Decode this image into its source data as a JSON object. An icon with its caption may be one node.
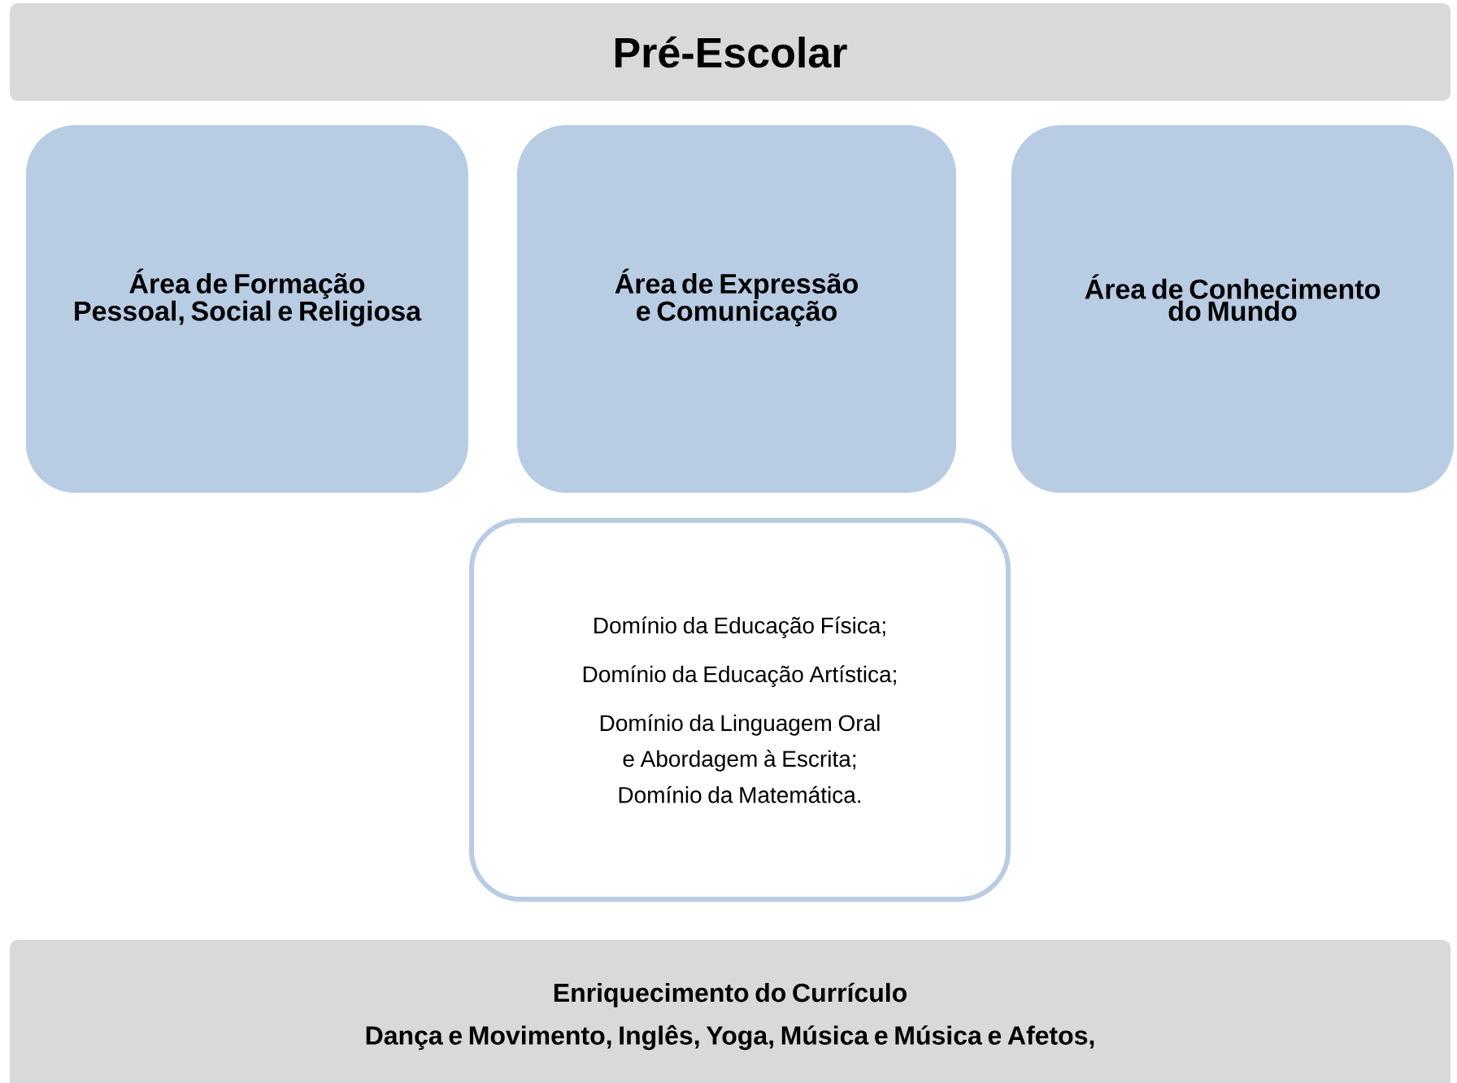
{
  "diagram": {
    "nodes": [
      {
        "text": [
          "Pré-Escolar"
        ]
      },
      {
        "text": [
          "Área de Formação Pessoal, Social e Religiosa"
        ]
      },
      {
        "text": [
          "Área de Expressão e Comunicação"
        ]
      },
      {
        "text": [
          "Área de Conhecimento do Mundo"
        ]
      },
      {
        "text": [
          "Domínio da Educação Física;",
          "Domínio da Educação Artística;",
          "Domínio da Linguagem Oral e Abordagem à Escrita;",
          "Domínio da Matemática."
        ]
      },
      {
        "text": [
          "Enriquecimento do Currículo",
          "Dança e Movimento, Inglês, Yoga, Música e Música e Afetos,"
        ]
      }
    ]
  }
}
